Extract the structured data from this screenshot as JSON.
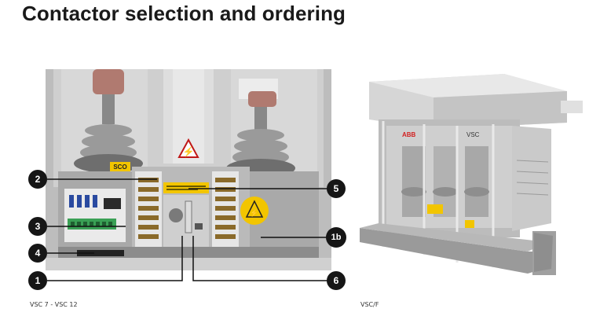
{
  "page": {
    "title": "Contactor selection and ordering"
  },
  "figures": [
    {
      "caption": "VSC 7 - VSC 12",
      "photo_labels": {
        "sco": "SCO"
      },
      "callouts": [
        "2",
        "3",
        "4",
        "1",
        "5",
        "1b",
        "6"
      ]
    },
    {
      "caption": "VSC/F",
      "photo_labels": {
        "brand": "ABB",
        "model": "VSC"
      }
    }
  ],
  "colors": {
    "callout_bg": "#161616",
    "warning_yellow": "#f2c500",
    "housing_grey": "#c9c9c9",
    "terminal_green": "#3aa055"
  }
}
